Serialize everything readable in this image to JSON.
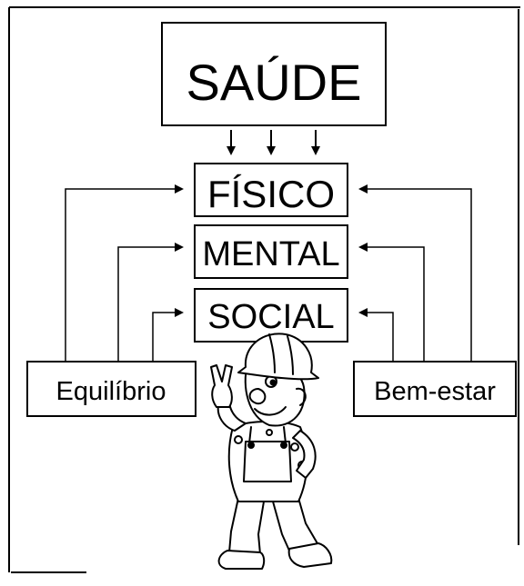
{
  "diagram": {
    "title": "SAÚDE",
    "dimensions": [
      "FÍSICO",
      "MENTAL",
      "SOCIAL"
    ],
    "left_factor": "Equilíbrio",
    "right_factor": "Bem-estar"
  },
  "illustration": {
    "icon": "cartoon-worker-hardhat-peace-sign"
  },
  "colors": {
    "ink": "#000000",
    "background": "#ffffff"
  }
}
